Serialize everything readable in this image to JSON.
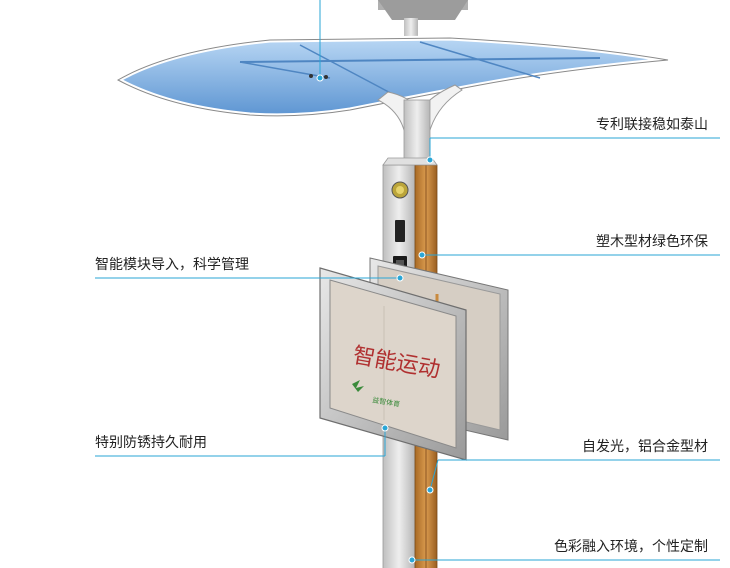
{
  "diagram": {
    "panel": {
      "title": "智能运动",
      "subtitle": "益智体育"
    },
    "callouts": [
      {
        "id": "patent",
        "text": "专利联接稳如泰山",
        "side": "right"
      },
      {
        "id": "wood",
        "text": "塑木型材绿色环保",
        "side": "right"
      },
      {
        "id": "module",
        "text": "智能模块导入，科学管理",
        "side": "left"
      },
      {
        "id": "rust",
        "text": "特别防锈持久耐用",
        "side": "left"
      },
      {
        "id": "glow",
        "text": "自发光，铝合金型材",
        "side": "right"
      },
      {
        "id": "color",
        "text": "色彩融入环境，个性定制",
        "side": "right"
      }
    ],
    "colors": {
      "callout_line": "#2aa6d6",
      "canopy": "#7fb4e6",
      "wood": "#c98a3e",
      "pole": "#d8d8d8",
      "panel_text": "#b03030",
      "logo": "#3a8a3a"
    }
  }
}
